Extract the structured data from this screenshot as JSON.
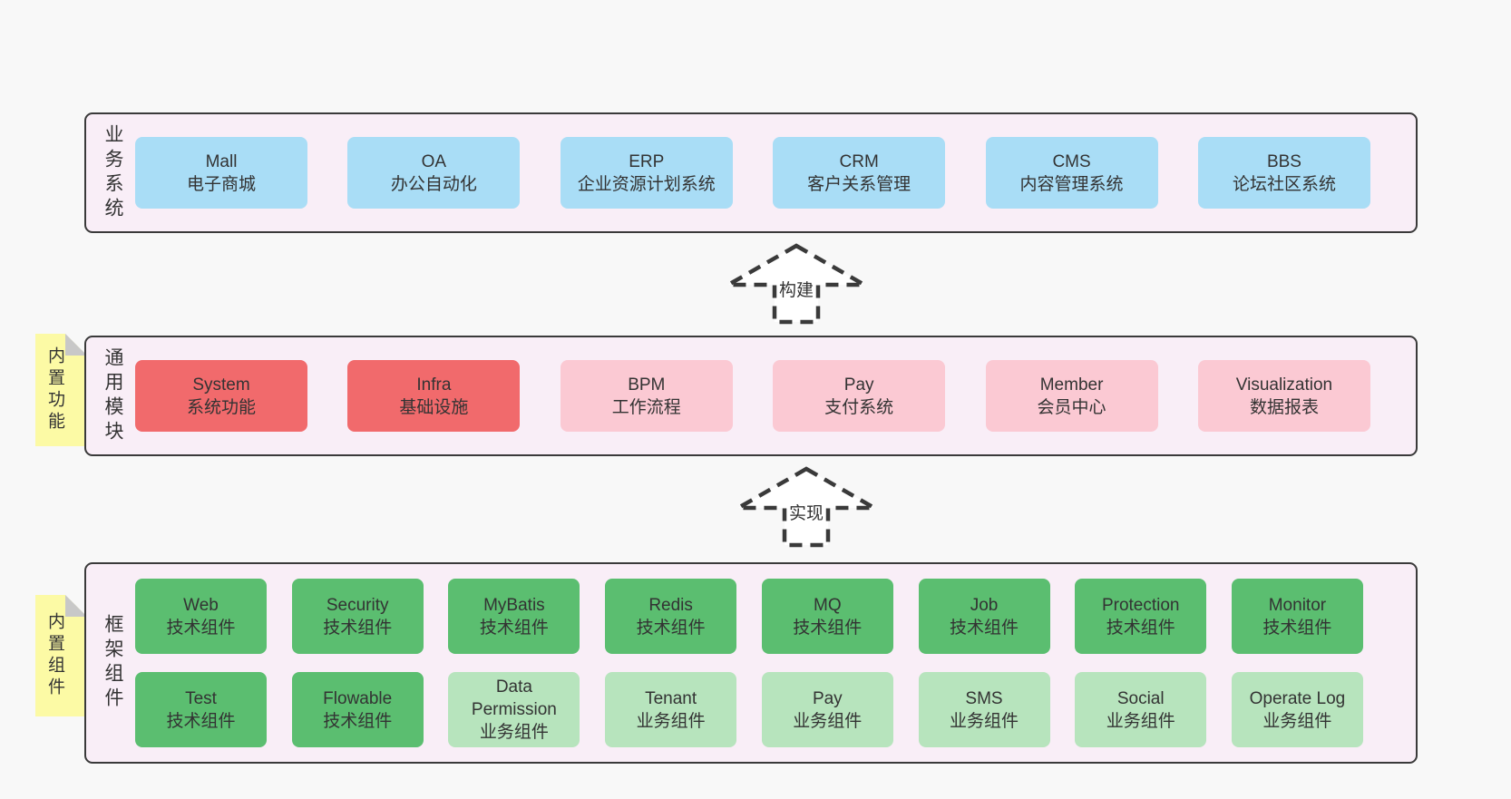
{
  "diagram": {
    "background": "#f8f8f8",
    "colors": {
      "layer_background": "#f9eef7",
      "layer_border": "#3a3a3a",
      "business_system_box": "#a9ddf6",
      "core_module_box": "#f16a6c",
      "extension_module_box": "#fbc9d3",
      "tech_component_box": "#5bbe70",
      "biz_component_box": "#b7e4bd",
      "sticky_note": "#fcfaa5",
      "sticky_note_fold": "#c8c8c8",
      "text": "#333333"
    }
  },
  "layers": [
    {
      "label": "业务系统",
      "boxes": [
        {
          "name": "Mall",
          "desc": "电子商城",
          "type": "blue"
        },
        {
          "name": "OA",
          "desc": "办公自动化",
          "type": "blue"
        },
        {
          "name": "ERP",
          "desc": "企业资源计划系统",
          "type": "blue"
        },
        {
          "name": "CRM",
          "desc": "客户关系管理",
          "type": "blue"
        },
        {
          "name": "CMS",
          "desc": "内容管理系统",
          "type": "blue"
        },
        {
          "name": "BBS",
          "desc": "论坛社区系统",
          "type": "blue"
        }
      ]
    },
    {
      "label": "通用模块",
      "tab": "内置功能",
      "boxes": [
        {
          "name": "System",
          "desc": "系统功能",
          "type": "red"
        },
        {
          "name": "Infra",
          "desc": "基础设施",
          "type": "red"
        },
        {
          "name": "BPM",
          "desc": "工作流程",
          "type": "pink"
        },
        {
          "name": "Pay",
          "desc": "支付系统",
          "type": "pink"
        },
        {
          "name": "Member",
          "desc": "会员中心",
          "type": "pink"
        },
        {
          "name": "Visualization",
          "desc": "数据报表",
          "type": "pink"
        }
      ]
    },
    {
      "label": "框架组件",
      "tab": "内置组件",
      "rows": [
        [
          {
            "name": "Web",
            "desc": "技术组件",
            "type": "green"
          },
          {
            "name": "Security",
            "desc": "技术组件",
            "type": "green"
          },
          {
            "name": "MyBatis",
            "desc": "技术组件",
            "type": "green"
          },
          {
            "name": "Redis",
            "desc": "技术组件",
            "type": "green"
          },
          {
            "name": "MQ",
            "desc": "技术组件",
            "type": "green"
          },
          {
            "name": "Job",
            "desc": "技术组件",
            "type": "green"
          },
          {
            "name": "Protection",
            "desc": "技术组件",
            "type": "green"
          },
          {
            "name": "Monitor",
            "desc": "技术组件",
            "type": "green"
          }
        ],
        [
          {
            "name": "Test",
            "desc": "技术组件",
            "type": "green"
          },
          {
            "name": "Flowable",
            "desc": "技术组件",
            "type": "green"
          },
          {
            "name": "Data Permission",
            "desc": "业务组件",
            "type": "light-green"
          },
          {
            "name": "Tenant",
            "desc": "业务组件",
            "type": "light-green"
          },
          {
            "name": "Pay",
            "desc": "业务组件",
            "type": "light-green"
          },
          {
            "name": "SMS",
            "desc": "业务组件",
            "type": "light-green"
          },
          {
            "name": "Social",
            "desc": "业务组件",
            "type": "light-green"
          },
          {
            "name": "Operate Log",
            "desc": "业务组件",
            "type": "light-green"
          }
        ]
      ]
    }
  ],
  "arrows": [
    {
      "label": "构建"
    },
    {
      "label": "实现"
    }
  ]
}
